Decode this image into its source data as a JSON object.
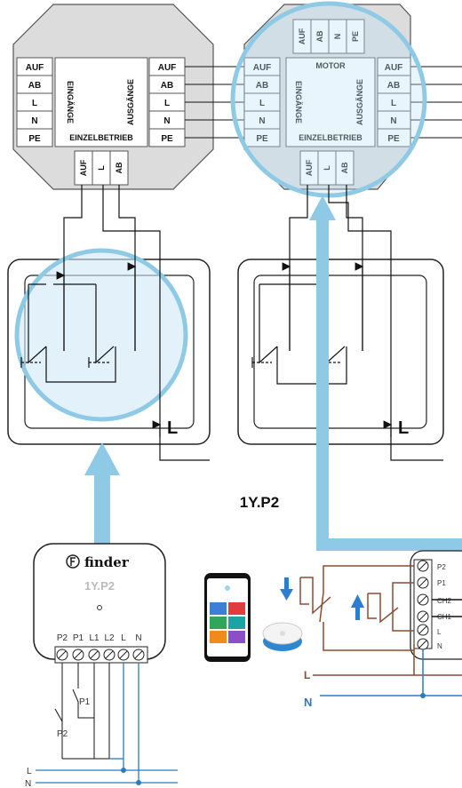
{
  "left_controller": {
    "left_terminals": [
      "AUF",
      "AB",
      "L",
      "N",
      "PE"
    ],
    "right_terminals": [
      "AUF",
      "AB",
      "L",
      "N",
      "PE"
    ],
    "bottom_terminals": [
      "AUF",
      "L",
      "AB"
    ],
    "side_label_left": "EINGÄNGE",
    "side_label_right": "AUSGÄNGE",
    "mode_label": "EINZELBETRIEB"
  },
  "right_controller": {
    "top_terminals": [
      "AUF",
      "AB",
      "N",
      "PE"
    ],
    "left_terminals": [
      "AUF",
      "AB",
      "L",
      "N",
      "PE"
    ],
    "right_terminals": [
      "AUF",
      "AB",
      "L",
      "N",
      "PE"
    ],
    "bottom_terminals": [
      "AUF",
      "L",
      "AB"
    ],
    "top_label": "MOTOR",
    "side_label_left": "EINGÄNGE",
    "side_label_right": "AUSGÄNGE",
    "mode_label": "EINZELBETRIEB"
  },
  "switch_left": {
    "l_label": "L"
  },
  "switch_right": {
    "l_label": "L"
  },
  "product_caption": "1Y.P2",
  "module": {
    "brand": "finder",
    "model": "1Y.P2",
    "terminals": [
      "P2",
      "P1",
      "L1",
      "L2",
      "L",
      "N"
    ],
    "p1_label": "P1",
    "p2_label": "P2",
    "line_l": "L",
    "line_n": "N"
  },
  "module_side": {
    "terminals": [
      "P2",
      "P1",
      "CH2",
      "CH1",
      "L",
      "N"
    ]
  },
  "bus_labels": {
    "l": "L",
    "n": "N"
  },
  "colors": {
    "highlight": "#8ecae6",
    "highlight_fill": "#e3f1fa",
    "wire_brown": "#8b4a32",
    "wire_blue": "#2b7bbf",
    "arrow_blue": "#2c7fd0"
  }
}
